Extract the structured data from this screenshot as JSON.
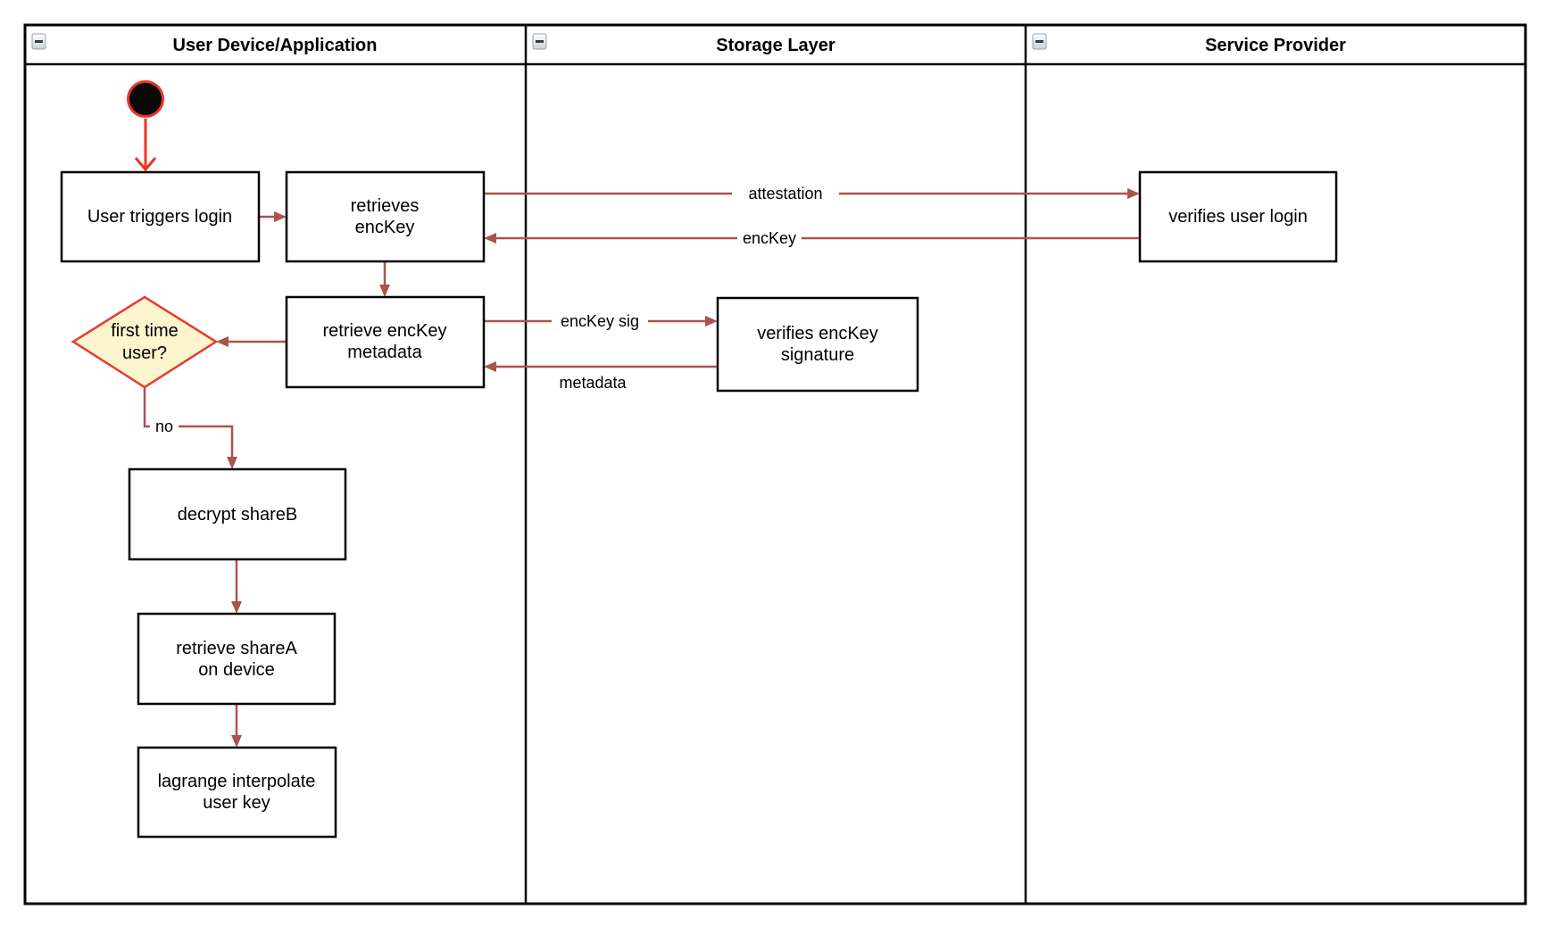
{
  "lanes": [
    {
      "title": "User Device/Application"
    },
    {
      "title": "Storage Layer"
    },
    {
      "title": "Service Provider"
    }
  ],
  "nodes": {
    "user_triggers_login": {
      "lines": [
        "User triggers login"
      ]
    },
    "retrieves_enckey": {
      "lines": [
        "retrieves",
        "encKey"
      ]
    },
    "retrieve_enckey_metadata": {
      "lines": [
        "retrieve encKey",
        "metadata"
      ]
    },
    "first_time_user": {
      "lines": [
        "first time",
        "user?"
      ]
    },
    "decrypt_shareb": {
      "lines": [
        "decrypt shareB"
      ]
    },
    "retrieve_sharea": {
      "lines": [
        "retrieve shareA",
        "on device"
      ]
    },
    "lagrange_interpolate": {
      "lines": [
        "lagrange interpolate",
        "user key"
      ]
    },
    "verifies_enckey_signature": {
      "lines": [
        "verifies encKey",
        "signature"
      ]
    },
    "verifies_user_login": {
      "lines": [
        "verifies user login"
      ]
    }
  },
  "edges": {
    "attestation": {
      "label": "attestation"
    },
    "enckey": {
      "label": "encKey"
    },
    "enckey_sig": {
      "label": "encKey sig"
    },
    "metadata": {
      "label": "metadata"
    },
    "no": {
      "label": "no"
    }
  },
  "colors": {
    "edge_color": "#a9544e",
    "accent_red": "#ee3524",
    "diamond_fill": "#fcf5cd",
    "diamond_border": "#e83a2b",
    "node_fill": "#ffffff",
    "node_border": "#000000"
  }
}
